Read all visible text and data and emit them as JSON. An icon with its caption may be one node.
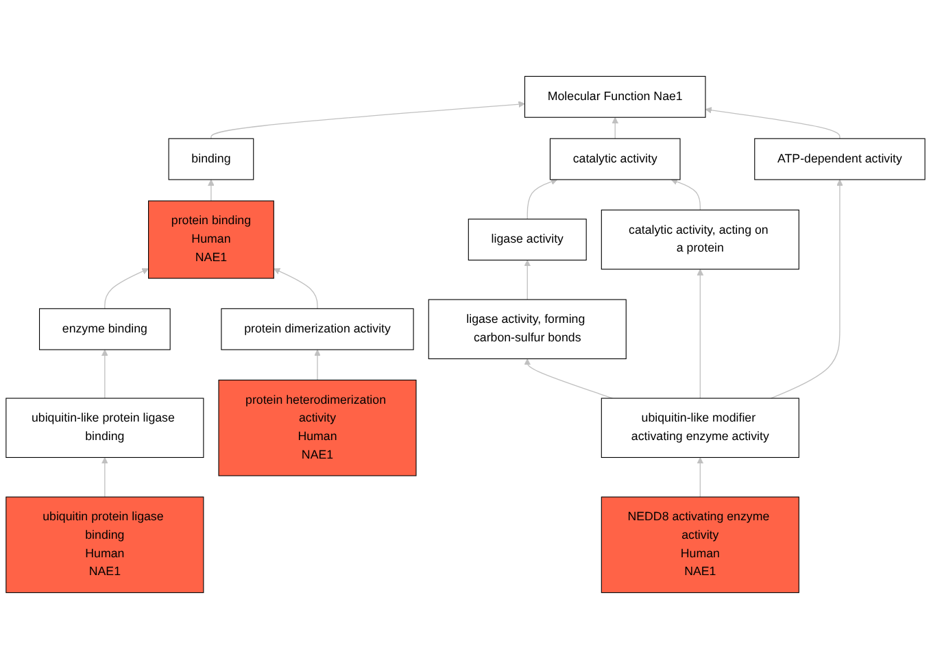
{
  "diagram": {
    "nodes": [
      {
        "text": [
          "Molecular Function Nae1"
        ]
      },
      {
        "text": [
          "binding"
        ]
      },
      {
        "text": [
          "catalytic activity"
        ]
      },
      {
        "text": [
          "ATP-dependent activity"
        ]
      },
      {
        "text": [
          "protein binding",
          "Human",
          "NAE1"
        ]
      },
      {
        "text": [
          "ligase activity"
        ]
      },
      {
        "text": [
          "catalytic activity, acting on a protein"
        ]
      },
      {
        "text": [
          "enzyme binding"
        ]
      },
      {
        "text": [
          "protein dimerization activity"
        ]
      },
      {
        "text": [
          "ligase activity, forming carbon-sulfur bonds"
        ]
      },
      {
        "text": [
          "ubiquitin-like protein ligase binding"
        ]
      },
      {
        "text": [
          "protein heterodimerization activity",
          "Human",
          "NAE1"
        ]
      },
      {
        "text": [
          "ubiquitin-like modifier activating enzyme activity"
        ]
      },
      {
        "text": [
          "ubiquitin protein ligase binding",
          "Human",
          "NAE1"
        ]
      },
      {
        "text": [
          "NEDD8 activating enzyme activity",
          "Human",
          "NAE1"
        ]
      }
    ],
    "edges": [
      {
        "from": 1,
        "to": 0,
        "arrow": "to"
      },
      {
        "from": 2,
        "to": 0,
        "arrow": "to"
      },
      {
        "from": 3,
        "to": 0,
        "arrow": "to"
      },
      {
        "from": 4,
        "to": 1,
        "arrow": "to"
      },
      {
        "from": 5,
        "to": 2,
        "arrow": "to"
      },
      {
        "from": 6,
        "to": 2,
        "arrow": "to"
      },
      {
        "from": 7,
        "to": 4,
        "arrow": "to"
      },
      {
        "from": 8,
        "to": 4,
        "arrow": "to"
      },
      {
        "from": 9,
        "to": 5,
        "arrow": "to"
      },
      {
        "from": 10,
        "to": 7,
        "arrow": "to"
      },
      {
        "from": 11,
        "to": 8,
        "arrow": "to"
      },
      {
        "from": 12,
        "to": 9,
        "arrow": "to"
      },
      {
        "from": 12,
        "to": 6,
        "arrow": "to"
      },
      {
        "from": 12,
        "to": 3,
        "arrow": "to"
      },
      {
        "from": 13,
        "to": 10,
        "arrow": "to"
      },
      {
        "from": 14,
        "to": 12,
        "arrow": "to"
      }
    ]
  }
}
